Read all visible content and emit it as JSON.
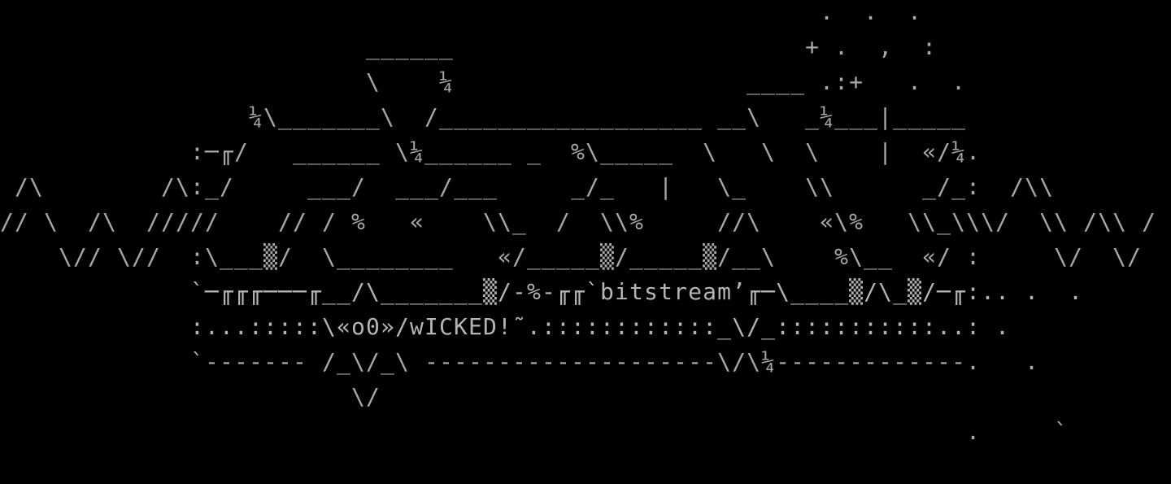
{
  "colors": {
    "background": "#000000",
    "foreground": "#a8a8a8"
  },
  "art": {
    "lines": [
      "                                                        .  .  .",
      "                         ______                        + .  ,  :",
      "                         \\    ¼                    ____ .:+   .  .",
      "                 ¼\\_______\\  /__________________ __\\   _¼___|_____",
      "             :─╓/   ______ \\¼______ _  %\\_____  \\   \\  \\    |  «/¼.",
      " /\\        /\\:_/     ___/  ___/___     _/_   |   \\_    \\\\      _/_:  /\\\\",
      "// \\  /\\  /////    // / %   «    \\\\_  /  \\\\%     //\\    «\\%   \\\\_\\\\\\/  \\\\ /\\\\ /",
      "    \\// \\//  :\\___▒/  \\________   «/_____▒/_____▒/__\\    %\\__  «/ :     \\/  \\/",
      "             `─╓╓╓───╓__/\\_______▒/-%-╓╓`bitstream’╓─\\____▒/\\_▒/─╓:.. .  .",
      "             :...:::::\\«o0»/wICKED!˜.::::::::::::_\\/_:::::::::::..: .",
      "             `------- /_\\/_\\ --------------------\\/\\¼-------------.   .",
      "                        \\/",
      "                                                                  .     `",
      ""
    ]
  }
}
